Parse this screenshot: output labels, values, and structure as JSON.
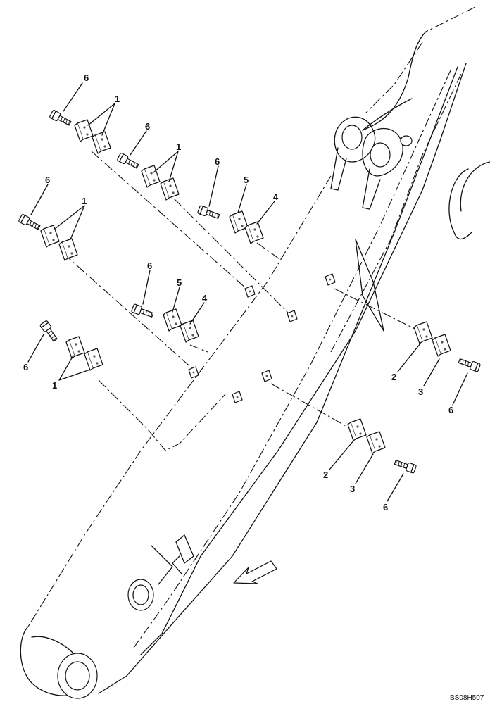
{
  "drawing_code": "BS08H507",
  "callouts": {
    "c1": "6",
    "c2": "1",
    "c3": "6",
    "c4": "1",
    "c5": "6",
    "c6": "5",
    "c7": "4",
    "c8": "6",
    "c9": "1",
    "c10": "6",
    "c11": "5",
    "c12": "4",
    "c13": "6",
    "c14": "1",
    "c15": "2",
    "c16": "3",
    "c17": "6",
    "c18": "2",
    "c19": "3",
    "c20": "6"
  }
}
